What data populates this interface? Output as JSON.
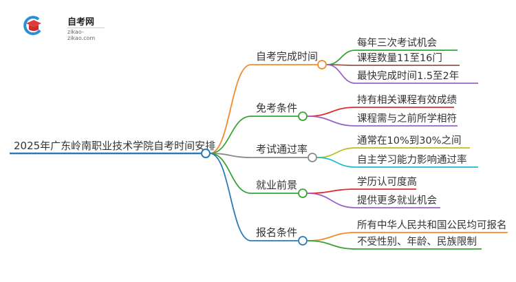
{
  "logo": {
    "title": "自考网",
    "url": "zikao-zikao.com"
  },
  "root": {
    "label": "2025年广东岭南职业技术学院自考时间安排",
    "color": "#2a7ab8"
  },
  "branches": [
    {
      "label": "自考完成时间",
      "color": "#f5892a",
      "leaves": [
        {
          "label": "每年三次考试机会",
          "color": "#35a235"
        },
        {
          "label": "课程数量11至16门",
          "color": "#8b5a4a"
        },
        {
          "label": "最快完成时间1.5至2年",
          "color": "#9a62c8"
        }
      ]
    },
    {
      "label": "免考条件",
      "color": "#35a235",
      "leaves": [
        {
          "label": "持有相关课程有效成绩",
          "color": "#dd2c2c"
        },
        {
          "label": "课程需与之前所学相符",
          "color": "#9a62c8"
        }
      ]
    },
    {
      "label": "考试通过率",
      "color": "#888888",
      "leaves": [
        {
          "label": "通常在10%到30%之间",
          "color": "#bcbd22"
        },
        {
          "label": "自主学习能力影响通过率",
          "color": "#17becf"
        }
      ]
    },
    {
      "label": "就业前景",
      "color": "#35a235",
      "leaves": [
        {
          "label": "学历认可度高",
          "color": "#dd2c2c"
        },
        {
          "label": "提供更多就业机会",
          "color": "#9a62c8"
        }
      ]
    },
    {
      "label": "报名条件",
      "color": "#2a7ab8",
      "leaves": [
        {
          "label": "所有中华人民共和国公民均可报名",
          "color": "#f5892a"
        },
        {
          "label": "不受性别、年龄、民族限制",
          "color": "#35a235"
        }
      ]
    }
  ]
}
